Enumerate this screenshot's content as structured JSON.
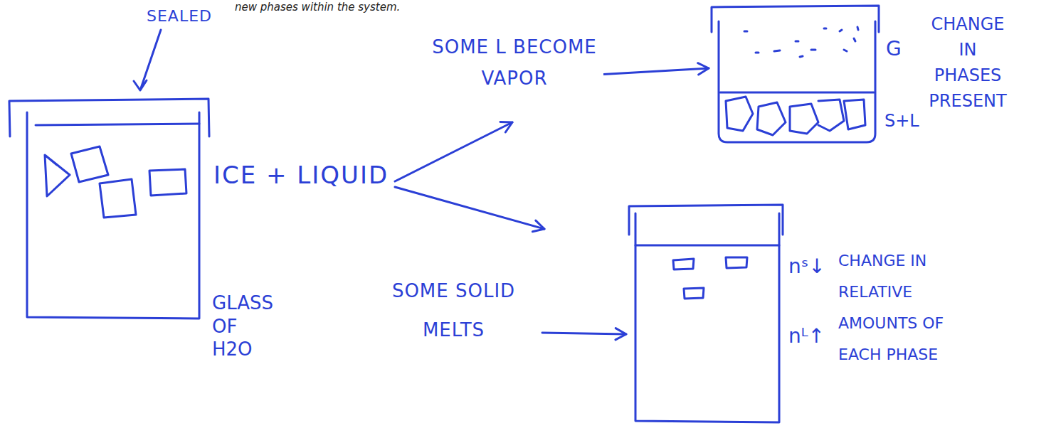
{
  "diagram": {
    "nodes": [
      {
        "text": [
          "ICE + LIQUID",
          "GLASS OF H2O"
        ]
      },
      {
        "text": [
          "G",
          "S+L"
        ]
      },
      {
        "text": [
          "nˢ↓",
          "nᴸ↑"
        ]
      }
    ],
    "edges": [
      {
        "from": 0,
        "to": 1,
        "arrow": "to",
        "label": "SOME L BECOME VAPOR"
      },
      {
        "from": 0,
        "to": 2,
        "arrow": "to",
        "label": "SOME SOLID MELTS"
      }
    ],
    "labels": [
      "new phases within the system.",
      "SEALED",
      "CHANGE IN PHASES PRESENT",
      "CHANGE IN RELATIVE AMOUNTS OF EACH PHASE"
    ]
  }
}
